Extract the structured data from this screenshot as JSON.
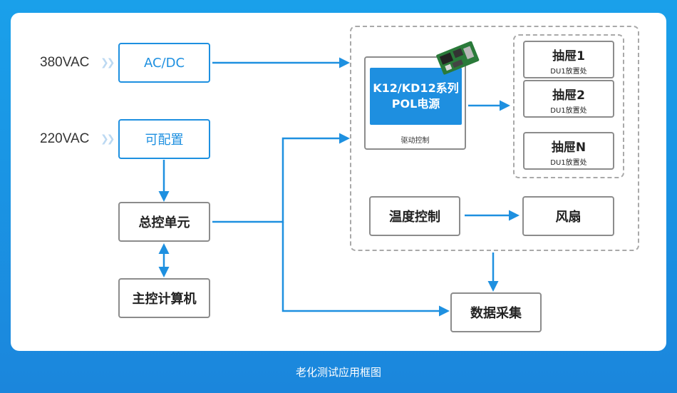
{
  "inputs": {
    "v380": "380VAC",
    "v220": "220VAC"
  },
  "boxes": {
    "acdc": "AC/DC",
    "configurable": "可配置",
    "master_unit": "总控单元",
    "host_computer": "主控计算机",
    "temp_control": "温度控制",
    "fan": "风扇",
    "data_acquisition": "数据采集"
  },
  "module": {
    "line1": "K12/KD12系列",
    "line2": "POL电源",
    "caption": "驱动控制"
  },
  "drawers": [
    {
      "title": "抽屉1",
      "sub": "DU1放置处"
    },
    {
      "title": "抽屉2",
      "sub": "DU1放置处"
    },
    {
      "title": "抽屉N",
      "sub": "DU1放置处"
    }
  ],
  "caption": "老化测试应用框图",
  "colors": {
    "accent": "#1e90e0",
    "background": "#1b8fe2"
  }
}
